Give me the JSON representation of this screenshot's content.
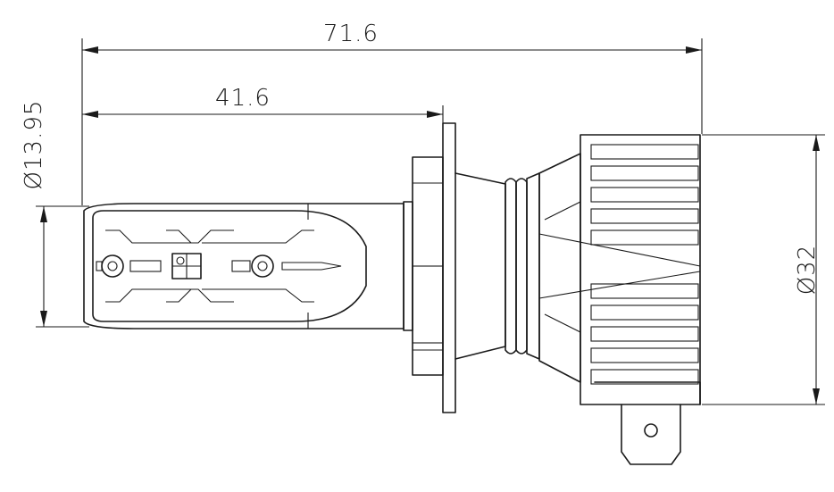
{
  "dimensions": {
    "overall_length": "71.6",
    "led_section_length": "41.6",
    "led_diameter": "Ø13.95",
    "body_diameter": "Ø32"
  }
}
